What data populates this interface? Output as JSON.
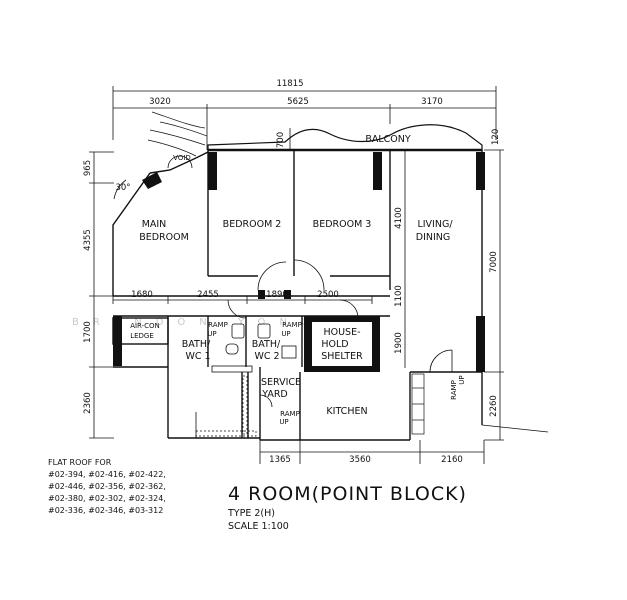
{
  "floor_plan": {
    "title": "4 ROOM(POINT BLOCK)",
    "type": "TYPE 2(H)",
    "scale": "SCALE 1:100",
    "watermark": "BRANDON YONG",
    "rooms": {
      "balcony": "BALCONY",
      "void": "VOID",
      "main_bedroom_1": "MAIN",
      "main_bedroom_2": "BEDROOM",
      "bedroom2": "BEDROOM 2",
      "bedroom3": "BEDROOM 3",
      "living_1": "LIVING/",
      "living_2": "DINING",
      "aircon_1": "AIR-CON",
      "aircon_2": "LEDGE",
      "bath1_1": "BATH/",
      "bath1_2": "WC 1",
      "bath2_1": "BATH/",
      "bath2_2": "WC 2",
      "shelter_1": "HOUSE-",
      "shelter_2": "HOLD",
      "shelter_3": "SHELTER",
      "service_1": "SERVICE",
      "service_2": "YARD",
      "kitchen": "KITCHEN"
    },
    "ramps": {
      "ramp": "RAMP",
      "up": "UP"
    },
    "angle": "30°",
    "dims": {
      "overall": "11815",
      "top_1": "3020",
      "top_2": "5625",
      "top_3": "3170",
      "top_side": "120",
      "balcony_depth": "700",
      "left_1": "965",
      "left_2": "4355",
      "left_3": "1700",
      "left_4": "2360",
      "right_1": "7000",
      "right_2": "2260",
      "inner_1": "4100",
      "inner_2": "1100",
      "inner_3": "1900",
      "mid_1": "1680",
      "mid_2": "2455",
      "mid_3": "1890",
      "mid_4": "2500",
      "bot_1": "1365",
      "bot_2": "3560",
      "bot_3": "2160"
    },
    "flat_roof_note": [
      "FLAT ROOF FOR",
      "#02-394, #02-416, #02-422,",
      "#02-446, #02-356, #02-362,",
      "#02-380, #02-302, #02-324,",
      "#02-336, #02-346, #03-312"
    ]
  }
}
